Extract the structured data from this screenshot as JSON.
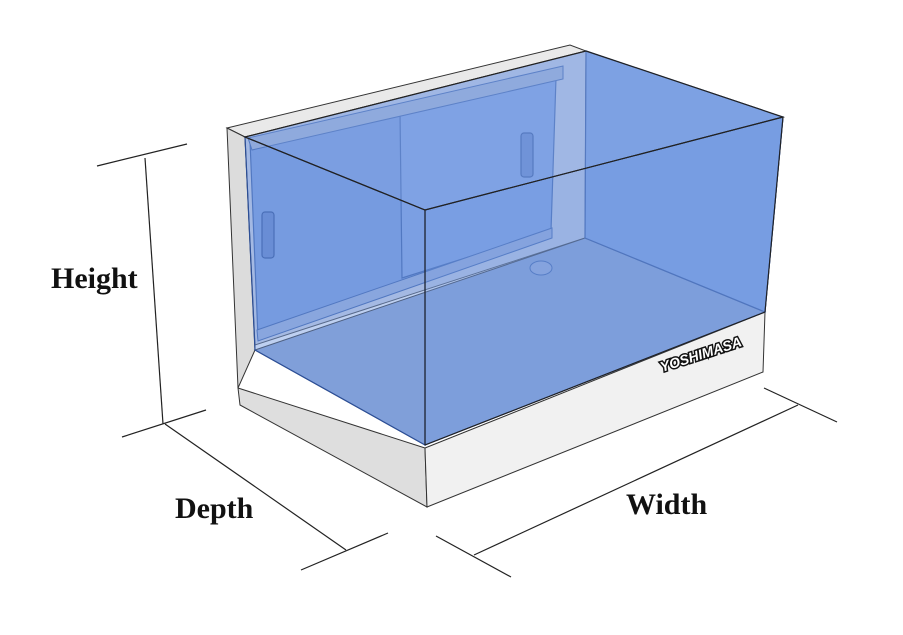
{
  "labels": {
    "height": "Height",
    "depth": "Depth",
    "width": "Width"
  },
  "brand": "YOSHIMASA",
  "colors": {
    "glass": "#6f97e0",
    "glass_dark": "#5f86d2",
    "frame": "#e2e2e2",
    "base_front": "#f0f0f0",
    "line": "#222222"
  }
}
